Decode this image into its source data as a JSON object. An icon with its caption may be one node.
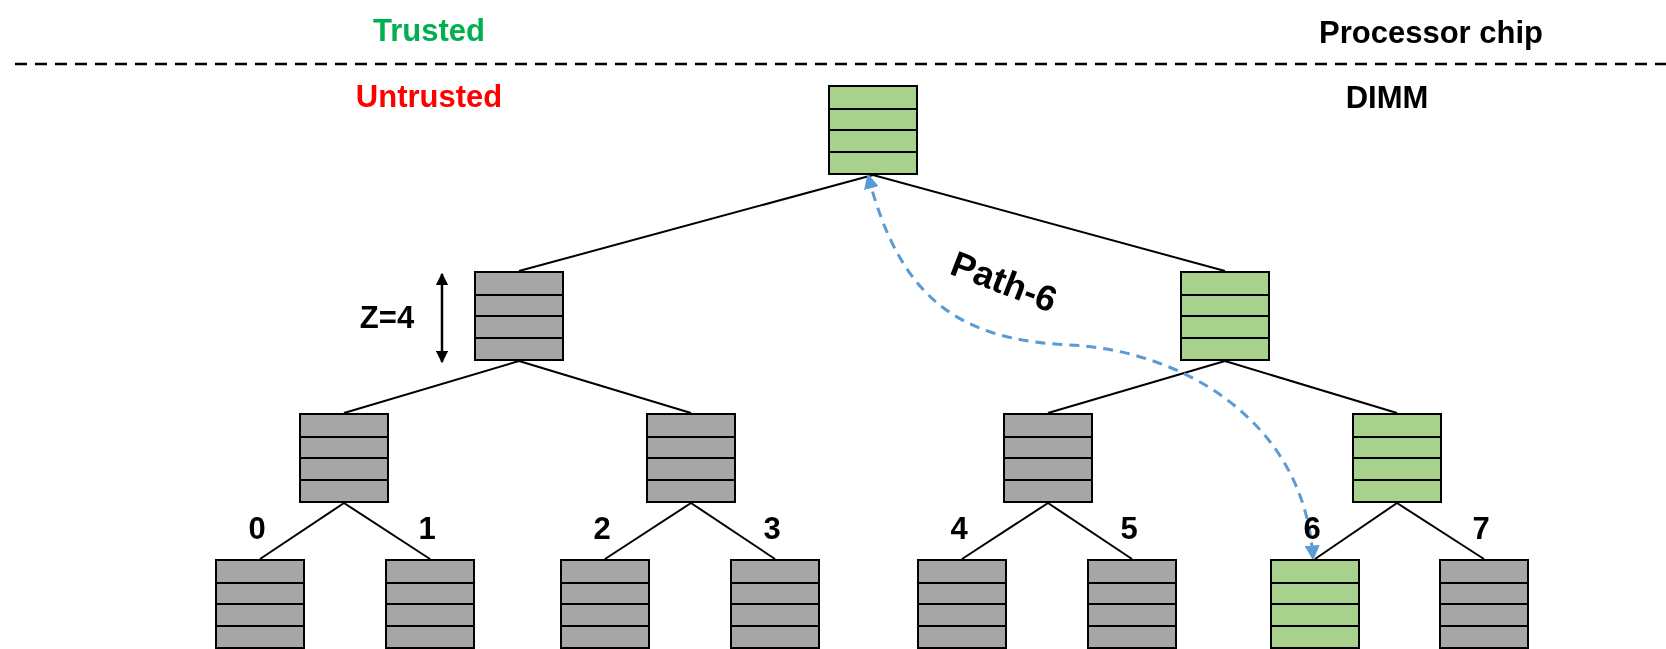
{
  "diagram": {
    "nodes": [
      {
        "text": [],
        "shape": "box"
      },
      {
        "text": [],
        "shape": "box"
      },
      {
        "text": [],
        "shape": "box"
      },
      {
        "text": [],
        "shape": "box"
      },
      {
        "text": [],
        "shape": "box"
      },
      {
        "text": [],
        "shape": "box"
      },
      {
        "text": [],
        "shape": "box"
      },
      {
        "text": [],
        "shape": "box",
        "beside": [
          "0"
        ]
      },
      {
        "text": [],
        "shape": "box",
        "beside": [
          "1"
        ]
      },
      {
        "text": [],
        "shape": "box",
        "beside": [
          "2"
        ]
      },
      {
        "text": [],
        "shape": "box",
        "beside": [
          "3"
        ]
      },
      {
        "text": [],
        "shape": "box",
        "beside": [
          "4"
        ]
      },
      {
        "text": [],
        "shape": "box",
        "beside": [
          "5"
        ]
      },
      {
        "text": [],
        "shape": "box",
        "beside": [
          "6"
        ]
      },
      {
        "text": [],
        "shape": "box",
        "beside": [
          "7"
        ]
      }
    ],
    "edges": [
      {
        "from": 0,
        "to": 1,
        "arrow": "none"
      },
      {
        "from": 0,
        "to": 2,
        "arrow": "none"
      },
      {
        "from": 1,
        "to": 3,
        "arrow": "none"
      },
      {
        "from": 1,
        "to": 4,
        "arrow": "none"
      },
      {
        "from": 2,
        "to": 5,
        "arrow": "none"
      },
      {
        "from": 2,
        "to": 6,
        "arrow": "none"
      },
      {
        "from": 3,
        "to": 7,
        "arrow": "none"
      },
      {
        "from": 3,
        "to": 8,
        "arrow": "none"
      },
      {
        "from": 4,
        "to": 9,
        "arrow": "none"
      },
      {
        "from": 4,
        "to": 10,
        "arrow": "none"
      },
      {
        "from": 5,
        "to": 11,
        "arrow": "none"
      },
      {
        "from": 5,
        "to": 12,
        "arrow": "none"
      },
      {
        "from": 6,
        "to": 13,
        "arrow": "none"
      },
      {
        "from": 6,
        "to": 14,
        "arrow": "none"
      },
      {
        "from": 0,
        "to": 13,
        "arrow": "both",
        "label": "Path-6",
        "style": "dashed",
        "color": "#5b9bd5"
      }
    ],
    "labels": [
      "Trusted",
      "Processor chip",
      "Untrusted",
      "DIMM",
      "Z=4"
    ]
  }
}
